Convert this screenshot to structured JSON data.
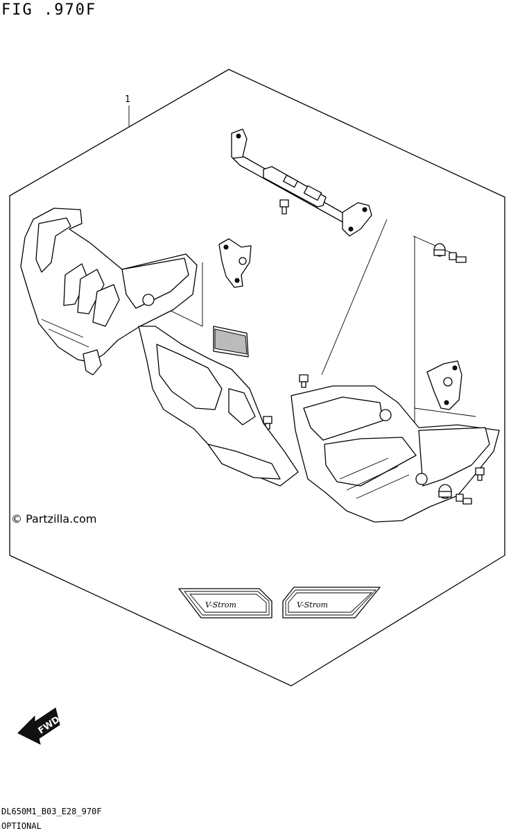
{
  "figure": {
    "title": "FIG .970F",
    "callout_number": "1",
    "copyright": "© Partzilla.com",
    "diagram_code": "DL650M1_B03_E28_970F",
    "optional_label": "OPTIONAL",
    "emblem_text": "V-Strom",
    "fwd_label": "FWD"
  }
}
